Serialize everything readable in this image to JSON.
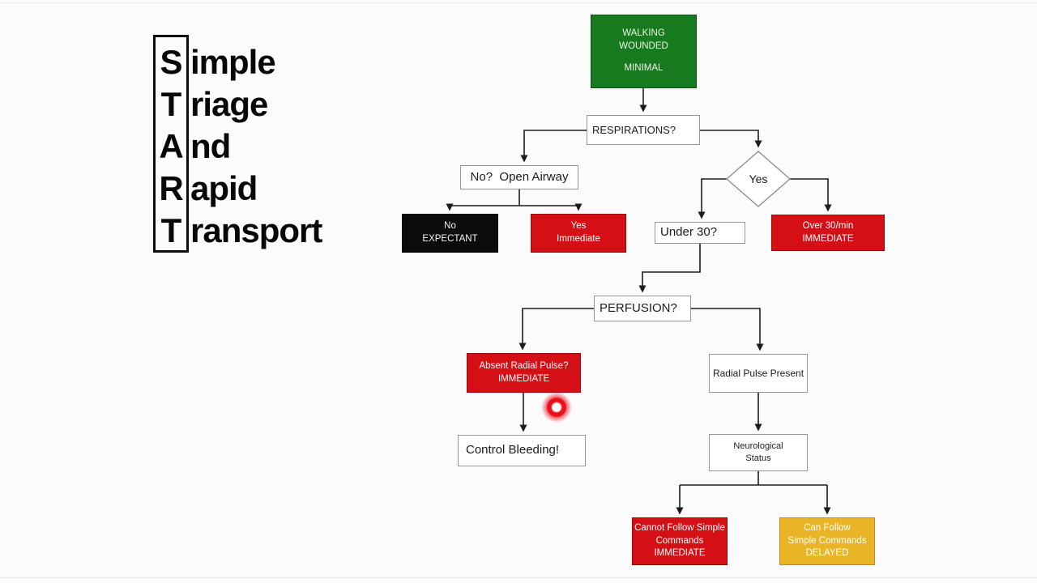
{
  "colors": {
    "green": "#187a1e",
    "red": "#d40f15",
    "yellow": "#e9b425",
    "black_box": "#0b0b0b",
    "line": "#1c1c1c"
  },
  "acronym": {
    "rows": [
      {
        "letter": "S",
        "rest": "imple"
      },
      {
        "letter": "T",
        "rest": "riage"
      },
      {
        "letter": "A",
        "rest": "nd"
      },
      {
        "letter": "R",
        "rest": "apid"
      },
      {
        "letter": "T",
        "rest": "ransport"
      }
    ]
  },
  "flowchart": {
    "walking_wounded": {
      "line1": "WALKING",
      "line2": "WOUNDED",
      "line3": "MINIMAL"
    },
    "respirations": {
      "label": "RESPIRATIONS?"
    },
    "no_open_airway": {
      "label": "No?  Open Airway"
    },
    "expectant": {
      "line1": "No",
      "line2": "EXPECTANT"
    },
    "yes_immediate": {
      "line1": "Yes",
      "line2": "Immediate"
    },
    "yes_diamond": {
      "label": "Yes"
    },
    "under_30": {
      "label": "Under 30?"
    },
    "over_30": {
      "line1": "Over 30/min",
      "line2": "IMMEDIATE"
    },
    "perfusion": {
      "label": "PERFUSION?"
    },
    "absent_pulse": {
      "line1": "Absent Radial Pulse?",
      "line2": "IMMEDIATE"
    },
    "radial_present": {
      "label": "Radial Pulse Present"
    },
    "control_bleeding": {
      "label": "Control Bleeding!"
    },
    "neurological": {
      "line1": "Neurological",
      "line2": "Status"
    },
    "cannot_follow": {
      "line1": "Cannot Follow Simple",
      "line2": "Commands",
      "line3": "IMMEDIATE"
    },
    "can_follow": {
      "line1": "Can Follow",
      "line2": "Simple Commands",
      "line3": "DELAYED"
    }
  }
}
